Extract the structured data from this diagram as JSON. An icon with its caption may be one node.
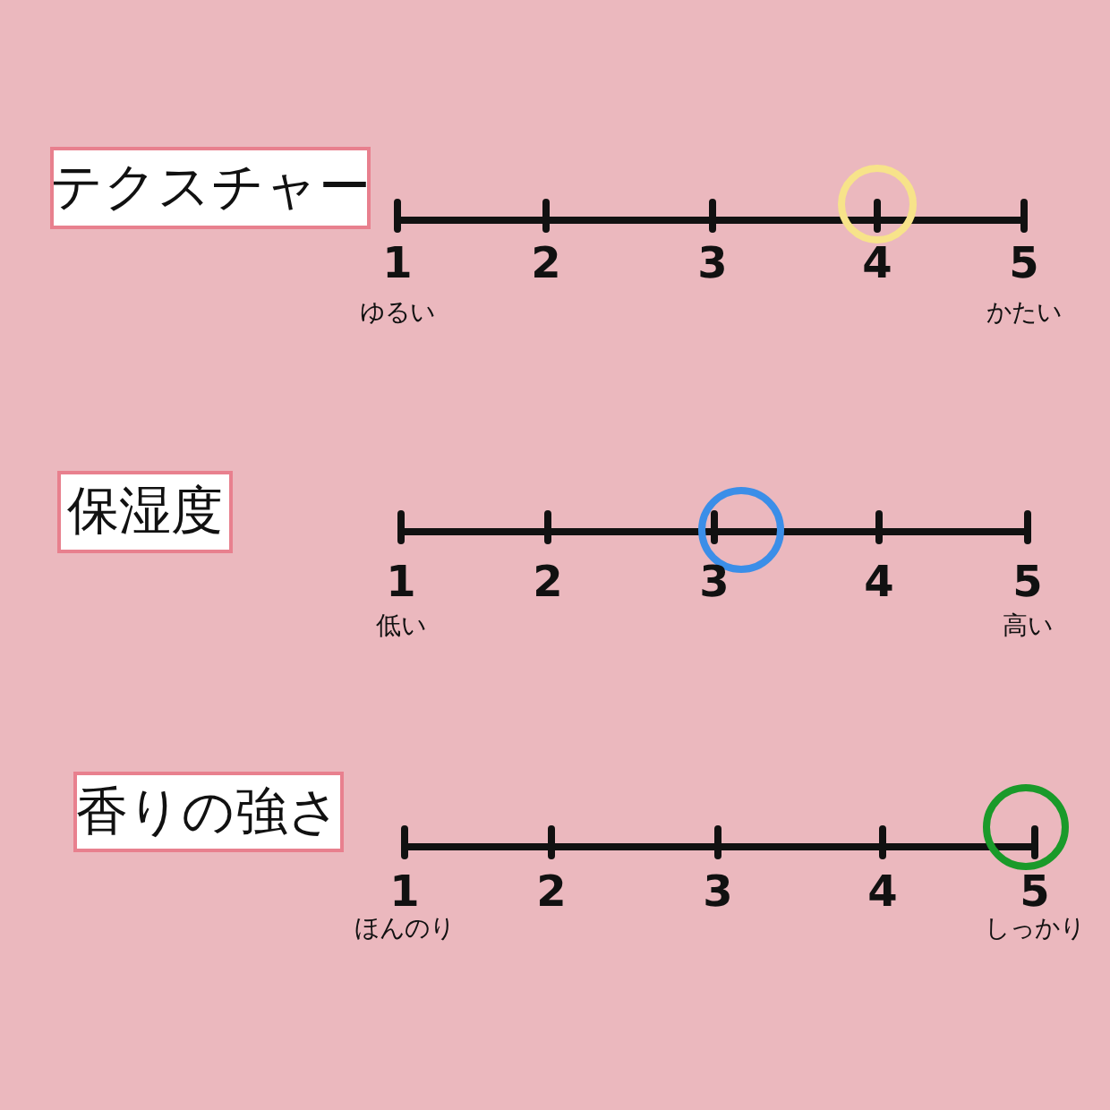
{
  "diagram": {
    "nodes": [
      {
        "text": [
          "テクスチャー"
        ]
      },
      {
        "text": [
          "保湿度"
        ]
      },
      {
        "text": [
          "香りの強さ"
        ]
      }
    ],
    "labels": [
      "1",
      "2",
      "3",
      "4",
      "5",
      "ゆるい",
      "かたい",
      "1",
      "2",
      "3",
      "4",
      "5",
      "低い",
      "高い",
      "1",
      "2",
      "3",
      "4",
      "5",
      "ほんのり",
      "しっかり"
    ]
  }
}
